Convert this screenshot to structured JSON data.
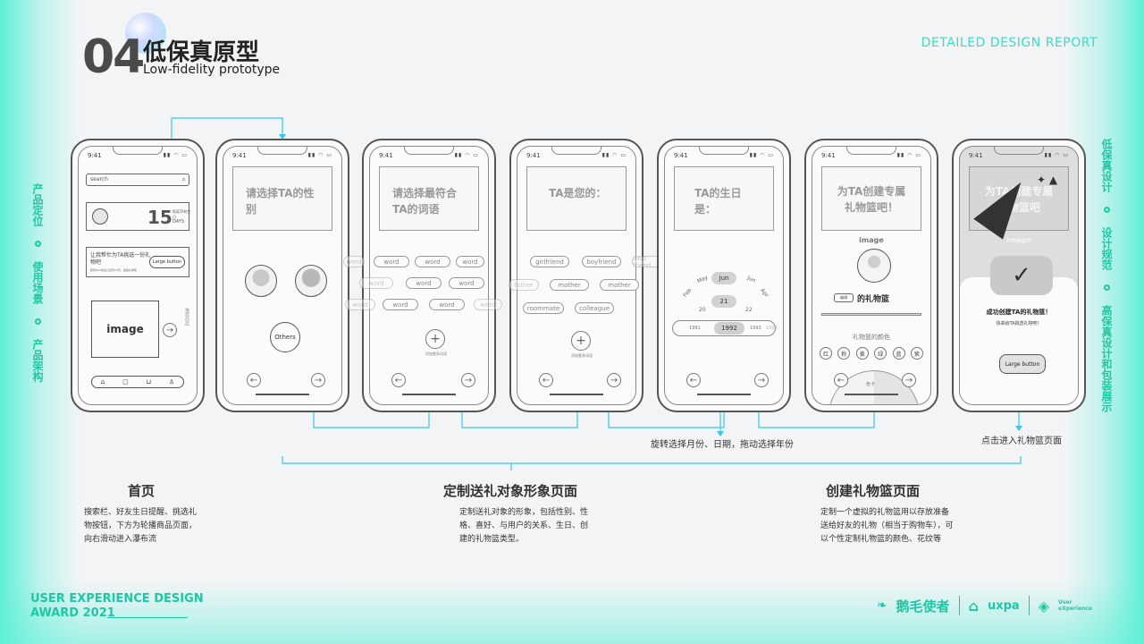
{
  "header": {
    "number": "04",
    "title_cn": "低保真原型",
    "title_en": "Low-fidelity prototype",
    "report": "DETAILED DESIGN REPORT"
  },
  "left_nav": [
    "产品定位",
    "使用场景",
    "产品架构"
  ],
  "right_nav": [
    "低保真设计",
    "设计规范",
    "高保真设计和包装展示"
  ],
  "phones": {
    "time": "9:41",
    "home": {
      "search_placeholder": "search",
      "reminder_number": "15",
      "reminder_text": "距离TA的生日",
      "reminder_unit": "DAYS",
      "gift_text": "让我帮忙为TA挑选一份礼物吧",
      "gift_subtext": "距离Dan的生日还有15天，挑选礼物吧",
      "large_button": "Large button",
      "image_label": "image",
      "side_text": "推荐商品"
    },
    "gender": {
      "question": "请选择TA的性别",
      "others": "Others"
    },
    "words": {
      "question": "请选择最符合TA的词语",
      "chip": "word",
      "add_label": "添加更多词语"
    },
    "relation": {
      "question": "TA是您的：",
      "chips": [
        "girlfriend",
        "boyfriend",
        "best friend",
        "father",
        "mother",
        "mother",
        "roommate",
        "colleague"
      ],
      "add_label": "添加更多词语"
    },
    "birthday": {
      "question": "TA的生日是：",
      "months": [
        "Feb",
        "May",
        "Jun",
        "Jun",
        "Apr"
      ],
      "days": [
        "20",
        "21",
        "22"
      ],
      "years": [
        "1991",
        "1992",
        "1993",
        "1994"
      ]
    },
    "basket": {
      "question": "为TA创建专属礼物篮吧！",
      "image_label": "image",
      "edit_label": "编辑",
      "basket_name": "的礼物篮",
      "color_title": "礼物篮的颜色",
      "colors": [
        "红",
        "粉",
        "黄",
        "绿",
        "蓝",
        "紫"
      ],
      "color_card": "色卡"
    },
    "success": {
      "question": "为TA创建专属礼物篮吧",
      "image_label": "image",
      "success_text": "成功创建TA的礼物篮！",
      "success_sub": "快来给TA挑选礼物吧！",
      "large_button": "Large button"
    }
  },
  "annotations": {
    "birthday_hint": "旋转选择月份、日期，拖动选择年份",
    "basket_hint": "点击进入礼物篮页面"
  },
  "sections": [
    {
      "title": "首页",
      "desc": "搜索栏、好友生日提醒、挑选礼物按钮，下方为轮播商品页面，向右滑动进入瀑布流"
    },
    {
      "title": "定制送礼对象形象页面",
      "desc": "定制送礼对象的形象，包括性别、性格、喜好、与用户的关系、生日、创建的礼物篮类型。"
    },
    {
      "title": "创建礼物篮页面",
      "desc": "定制一个虚拟的礼物篮用以存放准备送给好友的礼物（相当于购物车），可以个性定制礼物篮的颜色、花纹等"
    }
  ],
  "footer": {
    "award_line1": "USER EXPERIENCE DESIGN",
    "award_line2": "AWARD 2021",
    "logo1": "鹅毛使者",
    "logo2": "uxpa",
    "logo3": "User eXperience"
  },
  "colors": {
    "accent": "#1fc7a4",
    "flow": "#39c6ef",
    "gradient": "#5ff0d8"
  }
}
